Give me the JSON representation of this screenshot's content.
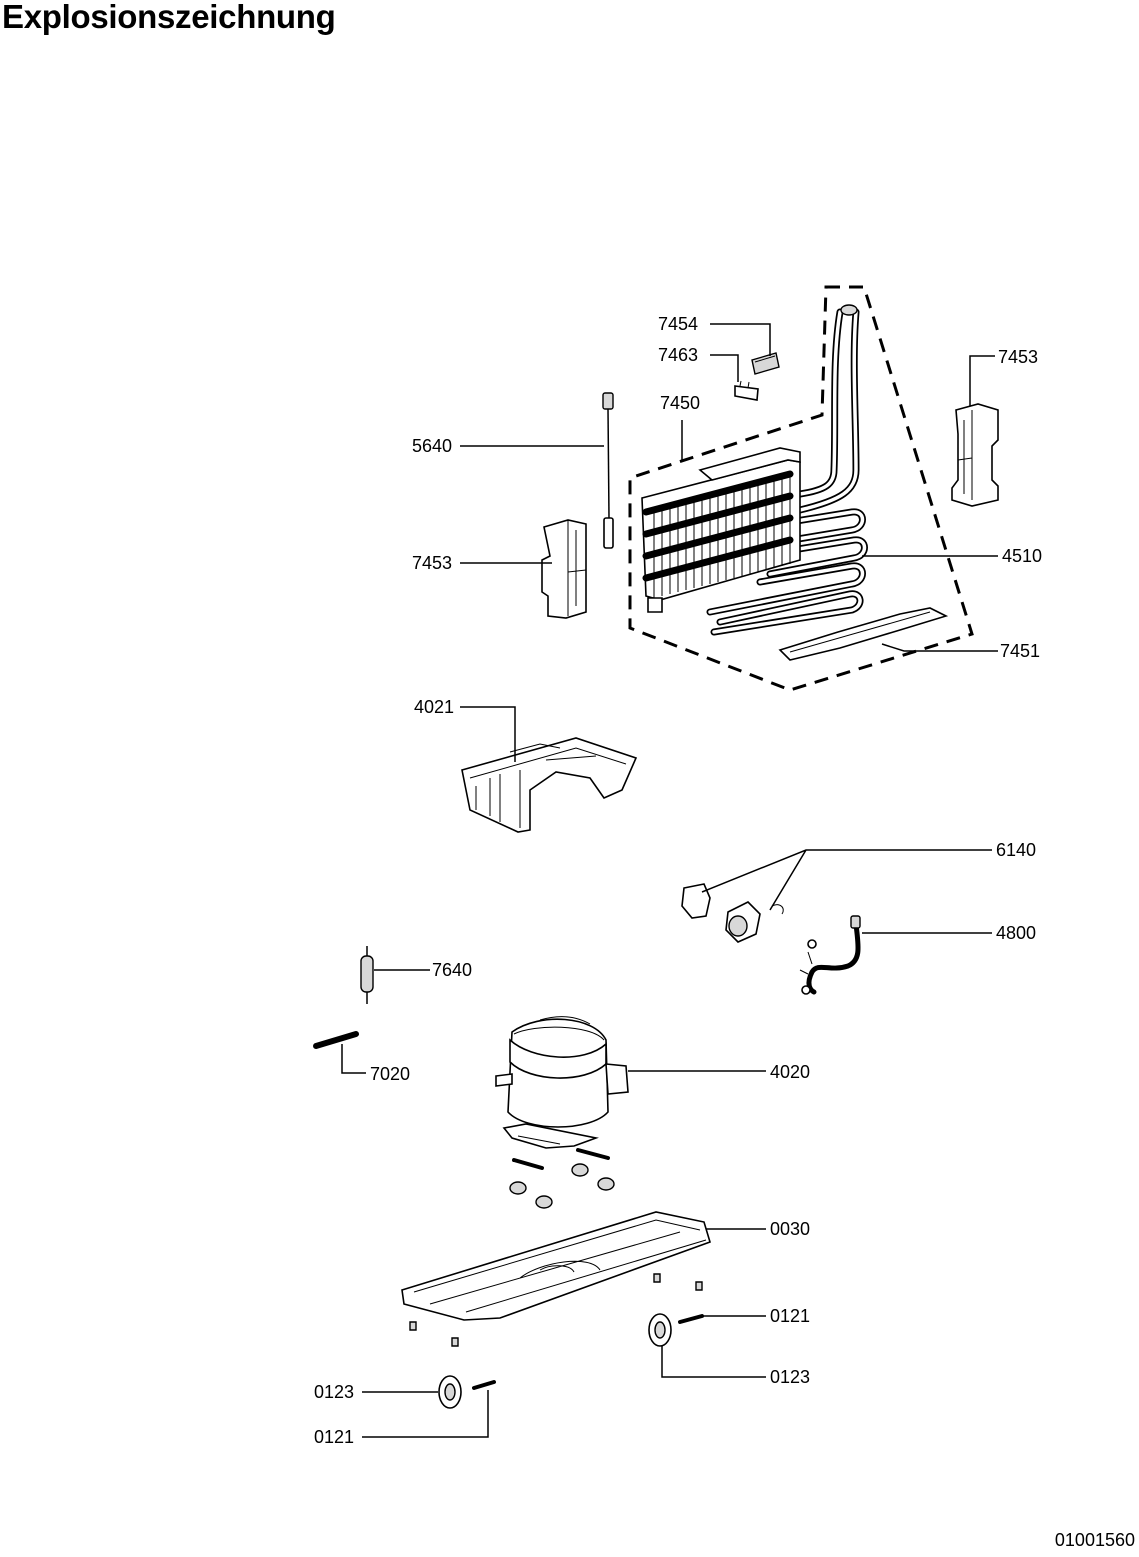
{
  "title": "Explosionszeichnung",
  "document_number": "01001560",
  "callouts": {
    "p7454": "7454",
    "p7463": "7463",
    "p7450": "7450",
    "p7453_right": "7453",
    "p5640": "5640",
    "p7453_left": "7453",
    "p4510": "4510",
    "p7451": "7451",
    "p4021": "4021",
    "p6140": "6140",
    "p4800": "4800",
    "p7640": "7640",
    "p7020": "7020",
    "p4020": "4020",
    "p0030": "0030",
    "p0121_right": "0121",
    "p0123_right": "0123",
    "p0123_left": "0123",
    "p0121_left": "0121"
  }
}
